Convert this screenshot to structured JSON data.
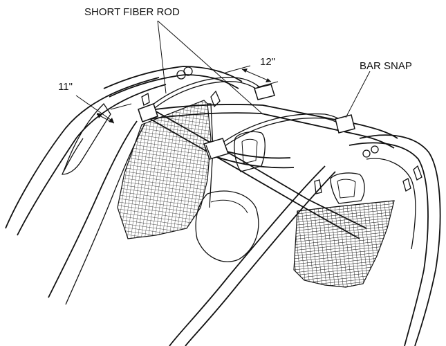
{
  "labels": {
    "short_fiber_rod": "SHORT FIBER ROD",
    "bar_snap": "BAR SNAP",
    "dim_left": "11\"",
    "dim_right": "12\""
  },
  "colors": {
    "line": "#111111",
    "mesh": "#111111",
    "background": "#ffffff"
  },
  "mesh": {
    "left_density": "fine",
    "right_density": "coarse"
  }
}
